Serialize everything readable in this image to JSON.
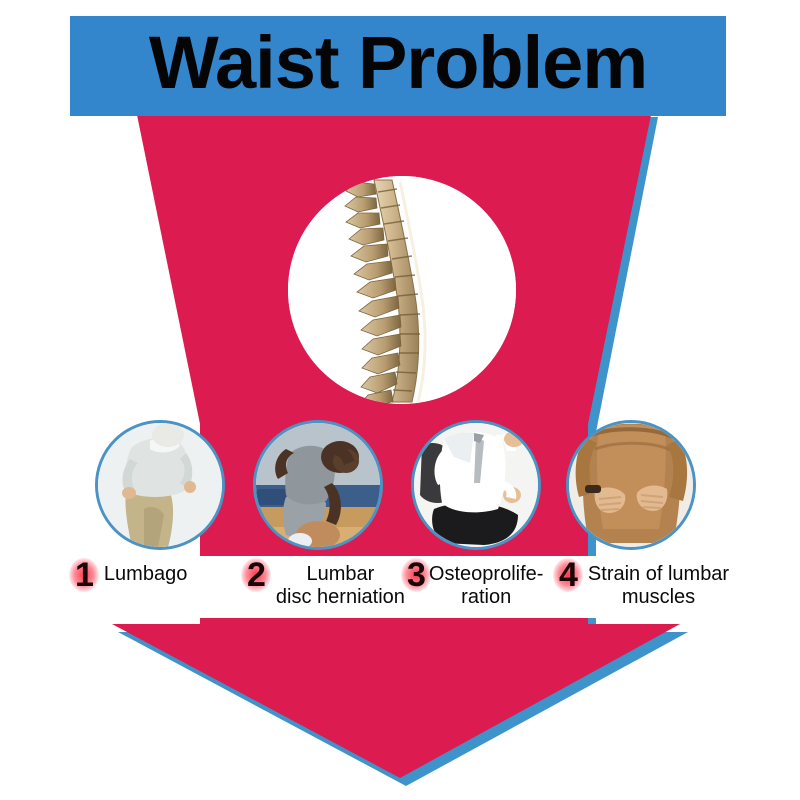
{
  "header": {
    "title": "Waist Problem",
    "bar_color": "#3385cc"
  },
  "colors": {
    "blue": "#3385cc",
    "blue_arrow": "#3f93cb",
    "crimson": "#dc1c50",
    "circle_border": "#4a93c4",
    "bone": "#cdb389",
    "title_text": "#050505",
    "number_glow": "#ff283c"
  },
  "center_graphic": {
    "name": "spine-illustration",
    "description": "Lateral view of human spine vertebrae"
  },
  "items": [
    {
      "number": "1",
      "label": "Lumbago",
      "label_lines": [
        "Lumbago"
      ],
      "photo": "person-bending-with-back-pain"
    },
    {
      "number": "2",
      "label": "Lumbar disc herniation",
      "label_lines": [
        "Lumbar",
        "disc herniation"
      ],
      "photo": "athlete-on-bench-holding-back"
    },
    {
      "number": "3",
      "label": "Osteoprolife-ration",
      "label_lines": [
        "Osteoprolife-",
        "ration"
      ],
      "photo": "office-worker-in-chair-with-back-pain"
    },
    {
      "number": "4",
      "label": "Strain of lumbar muscles",
      "label_lines": [
        "Strain of lumbar",
        "muscles"
      ],
      "photo": "person-in-sweater-holding-lower-back"
    }
  ],
  "arrow": {
    "name": "downward-funnel-arrow",
    "fill": "#dc1c50",
    "shadow_fill": "#3f93cb"
  }
}
